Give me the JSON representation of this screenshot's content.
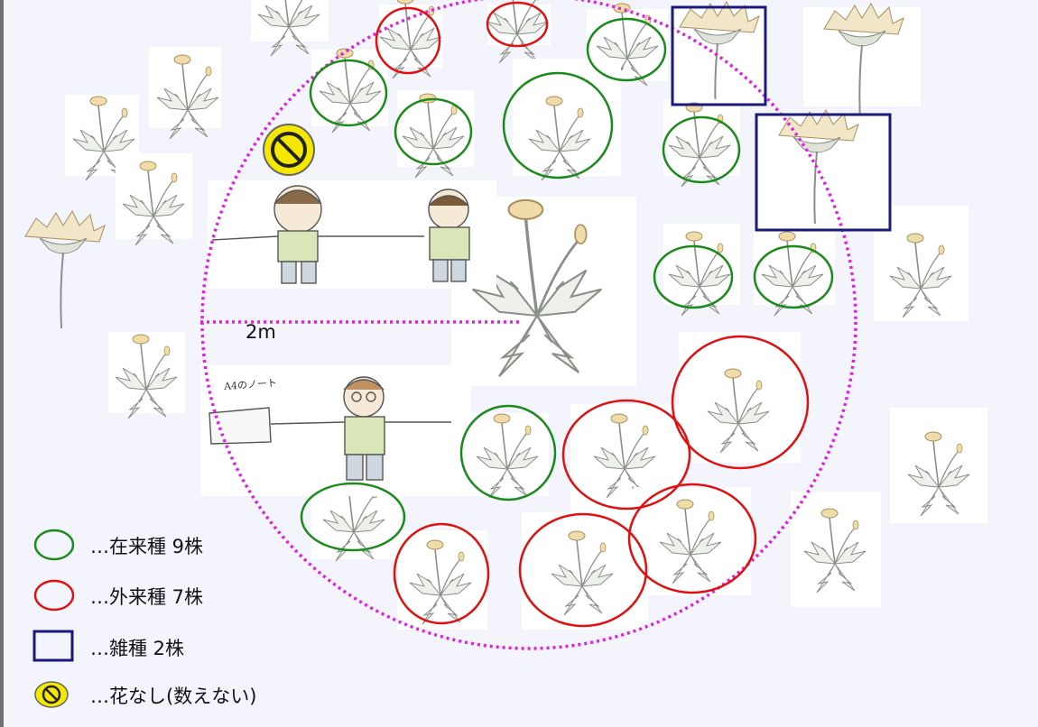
{
  "diagram": {
    "radius_label": "2m",
    "note_label": "A4のノート"
  },
  "legend": {
    "native": "…在来種 9株",
    "alien": "…外来種 7株",
    "hybrid": "…雑種 2株",
    "no_flower": "…花なし(数えない)"
  },
  "colors": {
    "native": "#1a8a1a",
    "alien": "#e01010",
    "hybrid": "#1a1a7a",
    "no_flower_fill": "#f5e800",
    "survey_circle": "#e020e0"
  }
}
